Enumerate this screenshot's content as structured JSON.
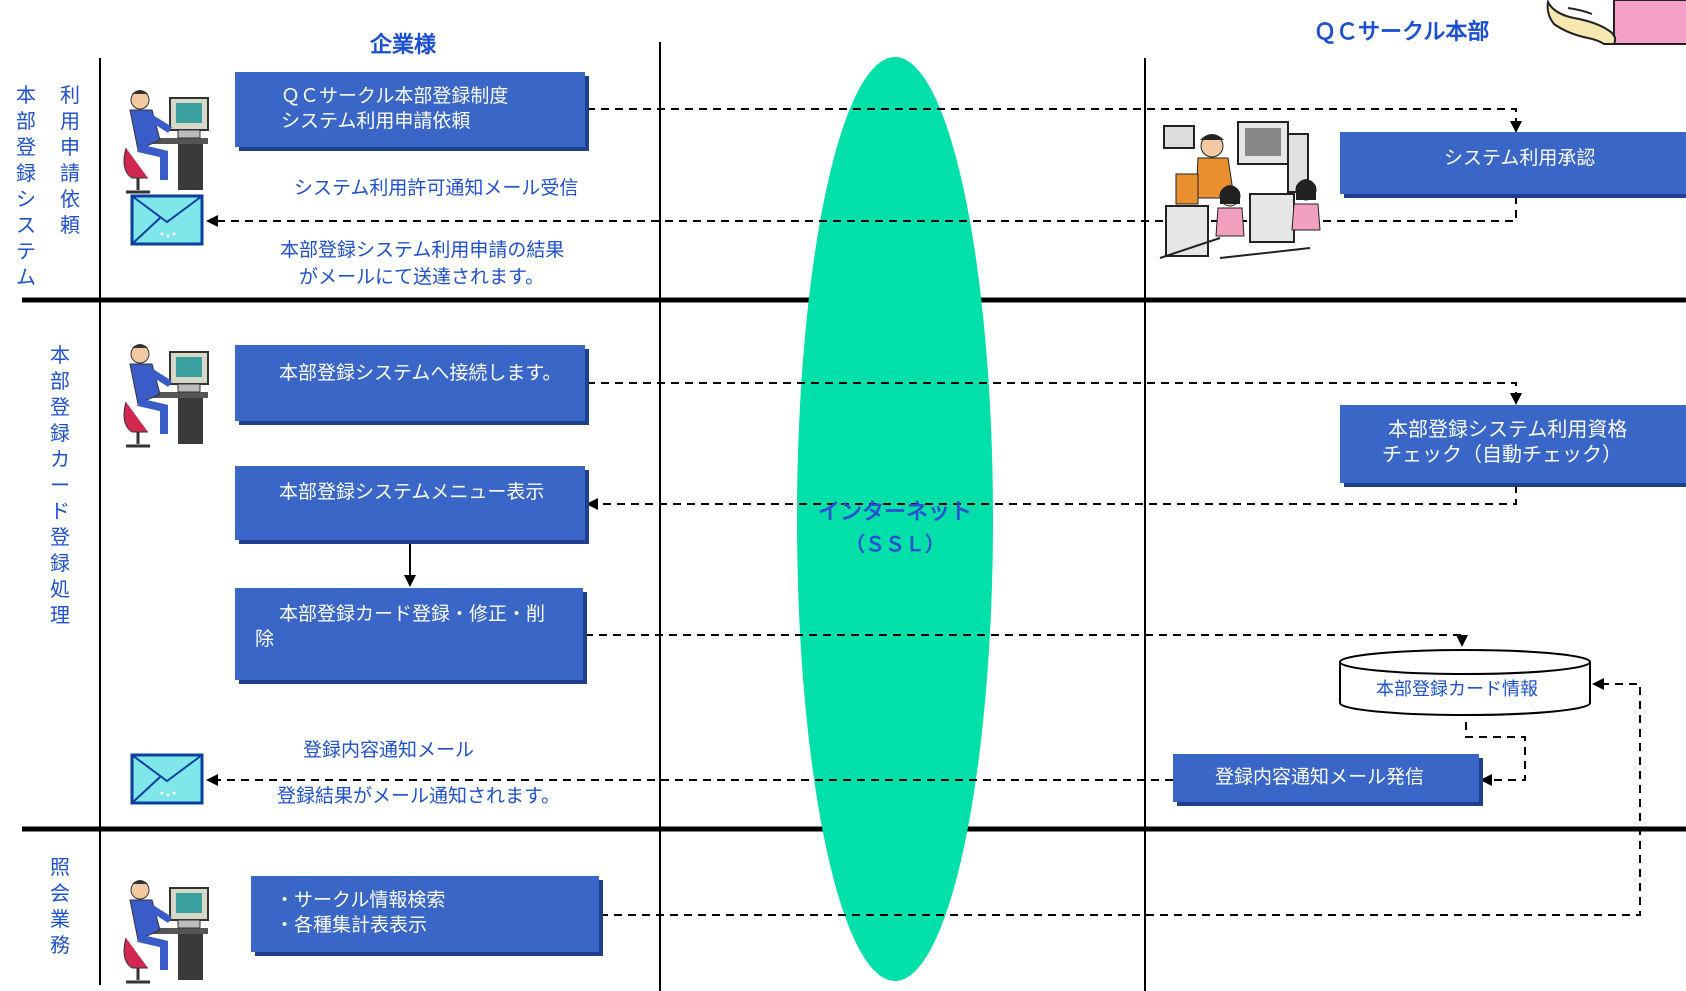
{
  "headers": {
    "left": "企業様",
    "right": "ＱＣサークル本部"
  },
  "sections": {
    "s1_outer": "本部登録システム",
    "s1_inner": "利用申請依頼",
    "s2": "本部登録カード登録処理",
    "s3": "照会業務"
  },
  "boxes": {
    "apply": [
      "ＱＣサークル本部登録制度",
      "システム利用申請依頼"
    ],
    "approve": [
      "システム利用承認"
    ],
    "connect": [
      "本部登録システムへ接続します。"
    ],
    "check": [
      "本部登録システム利用資格",
      "チェック（自動チェック）"
    ],
    "menu": [
      "本部登録システムメニュー表示"
    ],
    "card": [
      "本部登録カード登録・修正・削",
      "除"
    ],
    "notify_send": [
      "登録内容通知メール発信"
    ],
    "query": [
      "・サークル情報検索",
      "・各種集計表表示"
    ]
  },
  "labels": {
    "permit_mail": "システム利用許可通知メール受信",
    "result_1": "本部登録システム利用申請の結果",
    "result_2": "　がメールにて送達されます。",
    "notify_mail": "登録内容通知メール",
    "notify_result": "登録結果がメール通知されます。"
  },
  "database": "本部登録カード情報",
  "internet": {
    "title": "インターネット",
    "sub": "（ＳＳＬ）"
  },
  "colors": {
    "accent": "#3a66c8",
    "text": "#1e50d0",
    "internet": "#00e0a8"
  },
  "icons": [
    "user-computer-icon",
    "mail-icon",
    "office-staff-icon",
    "hand-icon"
  ]
}
